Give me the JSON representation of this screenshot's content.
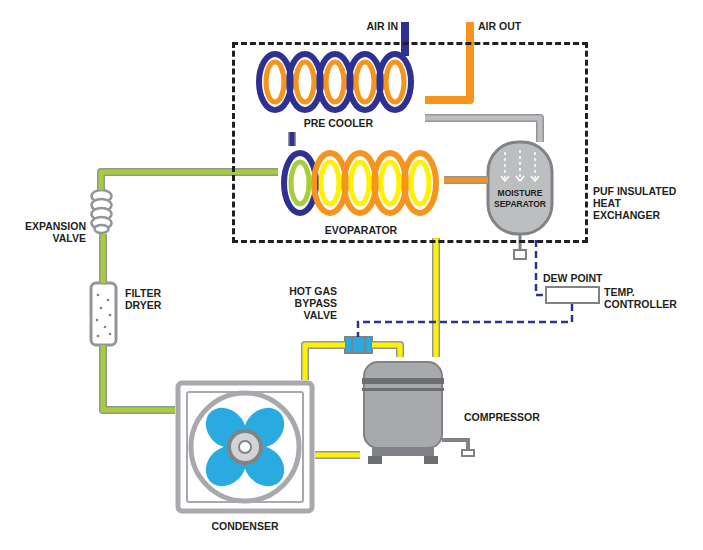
{
  "diagram": {
    "nodes": [
      {
        "text": [
          "PUF INSULATED HEAT EXCHANGER"
        ]
      },
      {
        "text": [
          "PRE COOLER"
        ],
        "in": 0
      },
      {
        "text": [
          "EVOPARATOR"
        ],
        "in": 0
      },
      {
        "text": [
          "MOISTURE SEPARATOR"
        ],
        "in": 0
      },
      {
        "text": [
          "DEW POINT",
          "TEMP. CONTROLLER"
        ]
      },
      {
        "text": [
          "HOT GAS BYPASS VALVE"
        ]
      },
      {
        "text": [
          "COMPRESSOR"
        ]
      },
      {
        "text": [
          "CONDENSER"
        ]
      },
      {
        "text": [
          "FILTER DRYER"
        ]
      },
      {
        "text": [
          "EXPANSION VALVE"
        ]
      }
    ],
    "edges": [
      {
        "from": 1,
        "to": 2,
        "arrow": "none"
      },
      {
        "from": 2,
        "to": 3,
        "arrow": "none"
      },
      {
        "from": 3,
        "to": 1,
        "arrow": "none"
      },
      {
        "from": 2,
        "to": 6,
        "arrow": "none"
      },
      {
        "from": 6,
        "to": 7,
        "arrow": "none"
      },
      {
        "from": 7,
        "to": 8,
        "arrow": "none"
      },
      {
        "from": 8,
        "to": 9,
        "arrow": "none"
      },
      {
        "from": 9,
        "to": 2,
        "arrow": "none"
      },
      {
        "from": 5,
        "to": 7,
        "arrow": "none"
      },
      {
        "from": 5,
        "to": 6,
        "arrow": "none"
      },
      {
        "from": 3,
        "to": 4,
        "arrow": "none"
      },
      {
        "from": 4,
        "to": 5,
        "arrow": "none"
      }
    ],
    "labels": [
      "AIR IN",
      "AIR OUT"
    ]
  }
}
